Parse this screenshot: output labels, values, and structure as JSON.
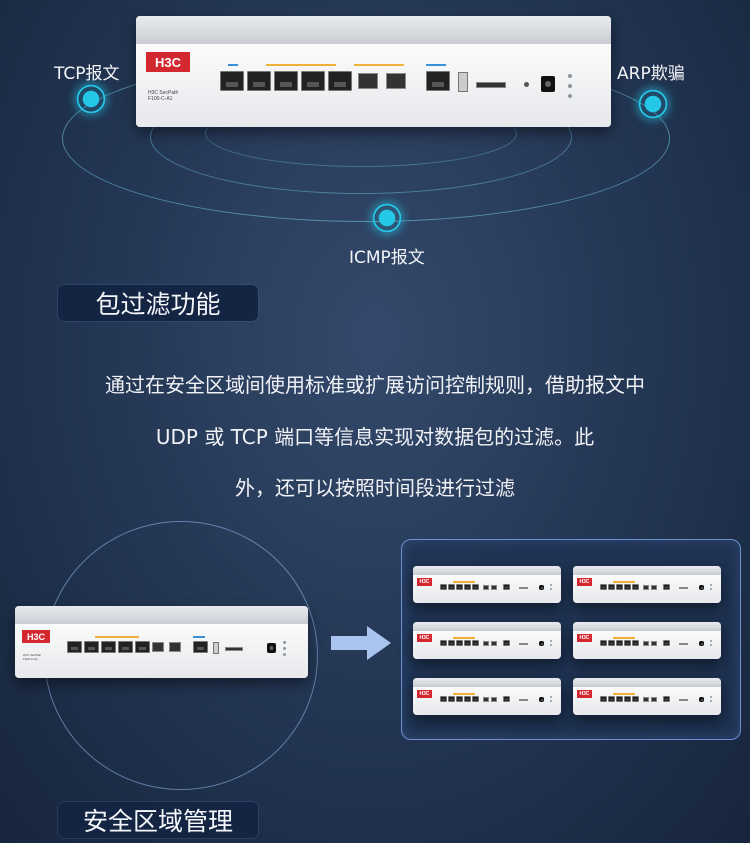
{
  "hero": {
    "labels": {
      "tcp": "TCP报文",
      "arp": "ARP欺骗",
      "icmp": "ICMP报文"
    },
    "device": {
      "brand": "H3C",
      "model_line1": "H3C SecPath",
      "model_line2": "F100-C-A1"
    }
  },
  "section1": {
    "title": "包过滤功能",
    "paragraph_lines": [
      "通过在安全区域间使用标准或扩展访问控制规则，借助报文中",
      "UDP 或 TCP 端口等信息实现对数据包的过滤。此",
      "外，还可以按照时间段进行过滤"
    ]
  },
  "section2": {
    "title": "安全区域管理",
    "source_device": {
      "brand": "H3C",
      "model_line1": "H3C SecPath",
      "model_line2": "F100-C-A1"
    },
    "grid_device_brand": "H3C",
    "grid_rows": 3,
    "grid_cols": 2
  },
  "colors": {
    "accent_cyan": "#25c7e6",
    "brand_red": "#d3282f",
    "panel_border": "#6f8fd1",
    "arrow_blue": "#a9c4ee"
  }
}
